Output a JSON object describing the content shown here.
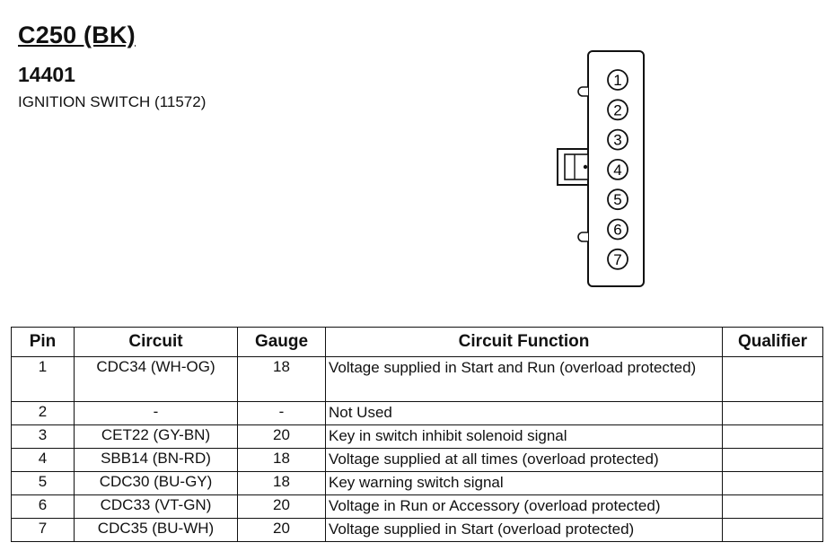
{
  "header": {
    "connector_id": "C250 (BK)",
    "part_number": "14401",
    "component_name": "IGNITION SWITCH (11572)"
  },
  "diagram": {
    "pins": [
      "1",
      "2",
      "3",
      "4",
      "5",
      "6",
      "7"
    ]
  },
  "table": {
    "headers": {
      "pin": "Pin",
      "circuit": "Circuit",
      "gauge": "Gauge",
      "function": "Circuit Function",
      "qualifier": "Qualifier"
    },
    "rows": [
      {
        "pin": "1",
        "circuit": "CDC34 (WH-OG)",
        "gauge": "18",
        "function": "Voltage supplied in Start and Run (overload protected)",
        "qualifier": ""
      },
      {
        "pin": "2",
        "circuit": "-",
        "gauge": "-",
        "function": "Not Used",
        "qualifier": ""
      },
      {
        "pin": "3",
        "circuit": "CET22 (GY-BN)",
        "gauge": "20",
        "function": "Key in switch inhibit solenoid signal",
        "qualifier": ""
      },
      {
        "pin": "4",
        "circuit": "SBB14 (BN-RD)",
        "gauge": "18",
        "function": "Voltage supplied at all times (overload protected)",
        "qualifier": ""
      },
      {
        "pin": "5",
        "circuit": "CDC30 (BU-GY)",
        "gauge": "18",
        "function": "Key warning switch signal",
        "qualifier": ""
      },
      {
        "pin": "6",
        "circuit": "CDC33 (VT-GN)",
        "gauge": "20",
        "function": "Voltage in Run or Accessory (overload protected)",
        "qualifier": ""
      },
      {
        "pin": "7",
        "circuit": "CDC35 (BU-WH)",
        "gauge": "20",
        "function": "Voltage supplied in Start (overload protected)",
        "qualifier": ""
      }
    ]
  }
}
